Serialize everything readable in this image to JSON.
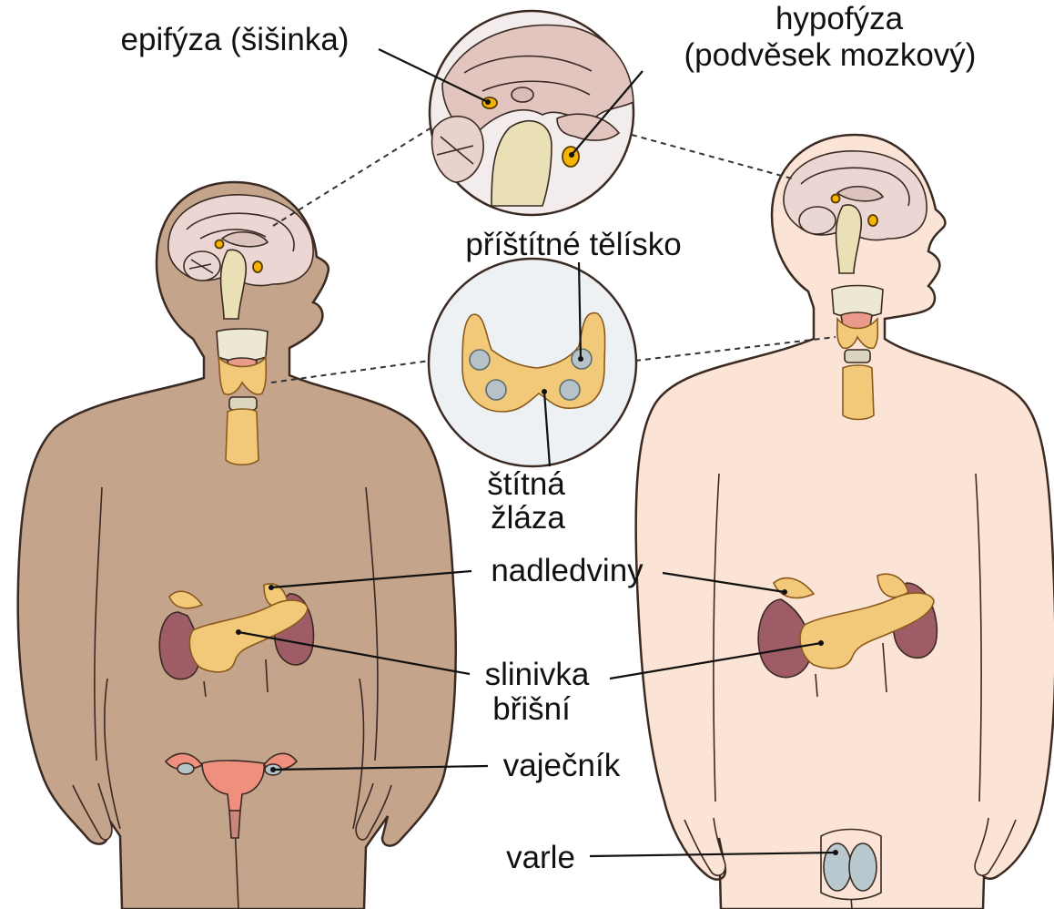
{
  "labels": {
    "pineal": "epifýza (šišinka)",
    "pituitary_1": "hypofýza",
    "pituitary_2": "(podvěsek mozkový)",
    "parathyroid": "příštítné tělísko",
    "thyroid_1": "štítná",
    "thyroid_2": "žláza",
    "adrenal": "nadledviny",
    "pancreas_1": "slinivka",
    "pancreas_2": "břišní",
    "ovary": "vaječník",
    "testis": "varle"
  },
  "colors": {
    "female_skin": "#c4a48b",
    "male_skin": "#fbe4d6",
    "brain": "#ecd6d3",
    "gland": "#f2c879",
    "kidney": "#9e5c66",
    "hormone_dot": "#f4b400",
    "parathyroid_node": "#b5c3c9",
    "uterus": "#ef907f",
    "testis": "#b9c7cf"
  }
}
